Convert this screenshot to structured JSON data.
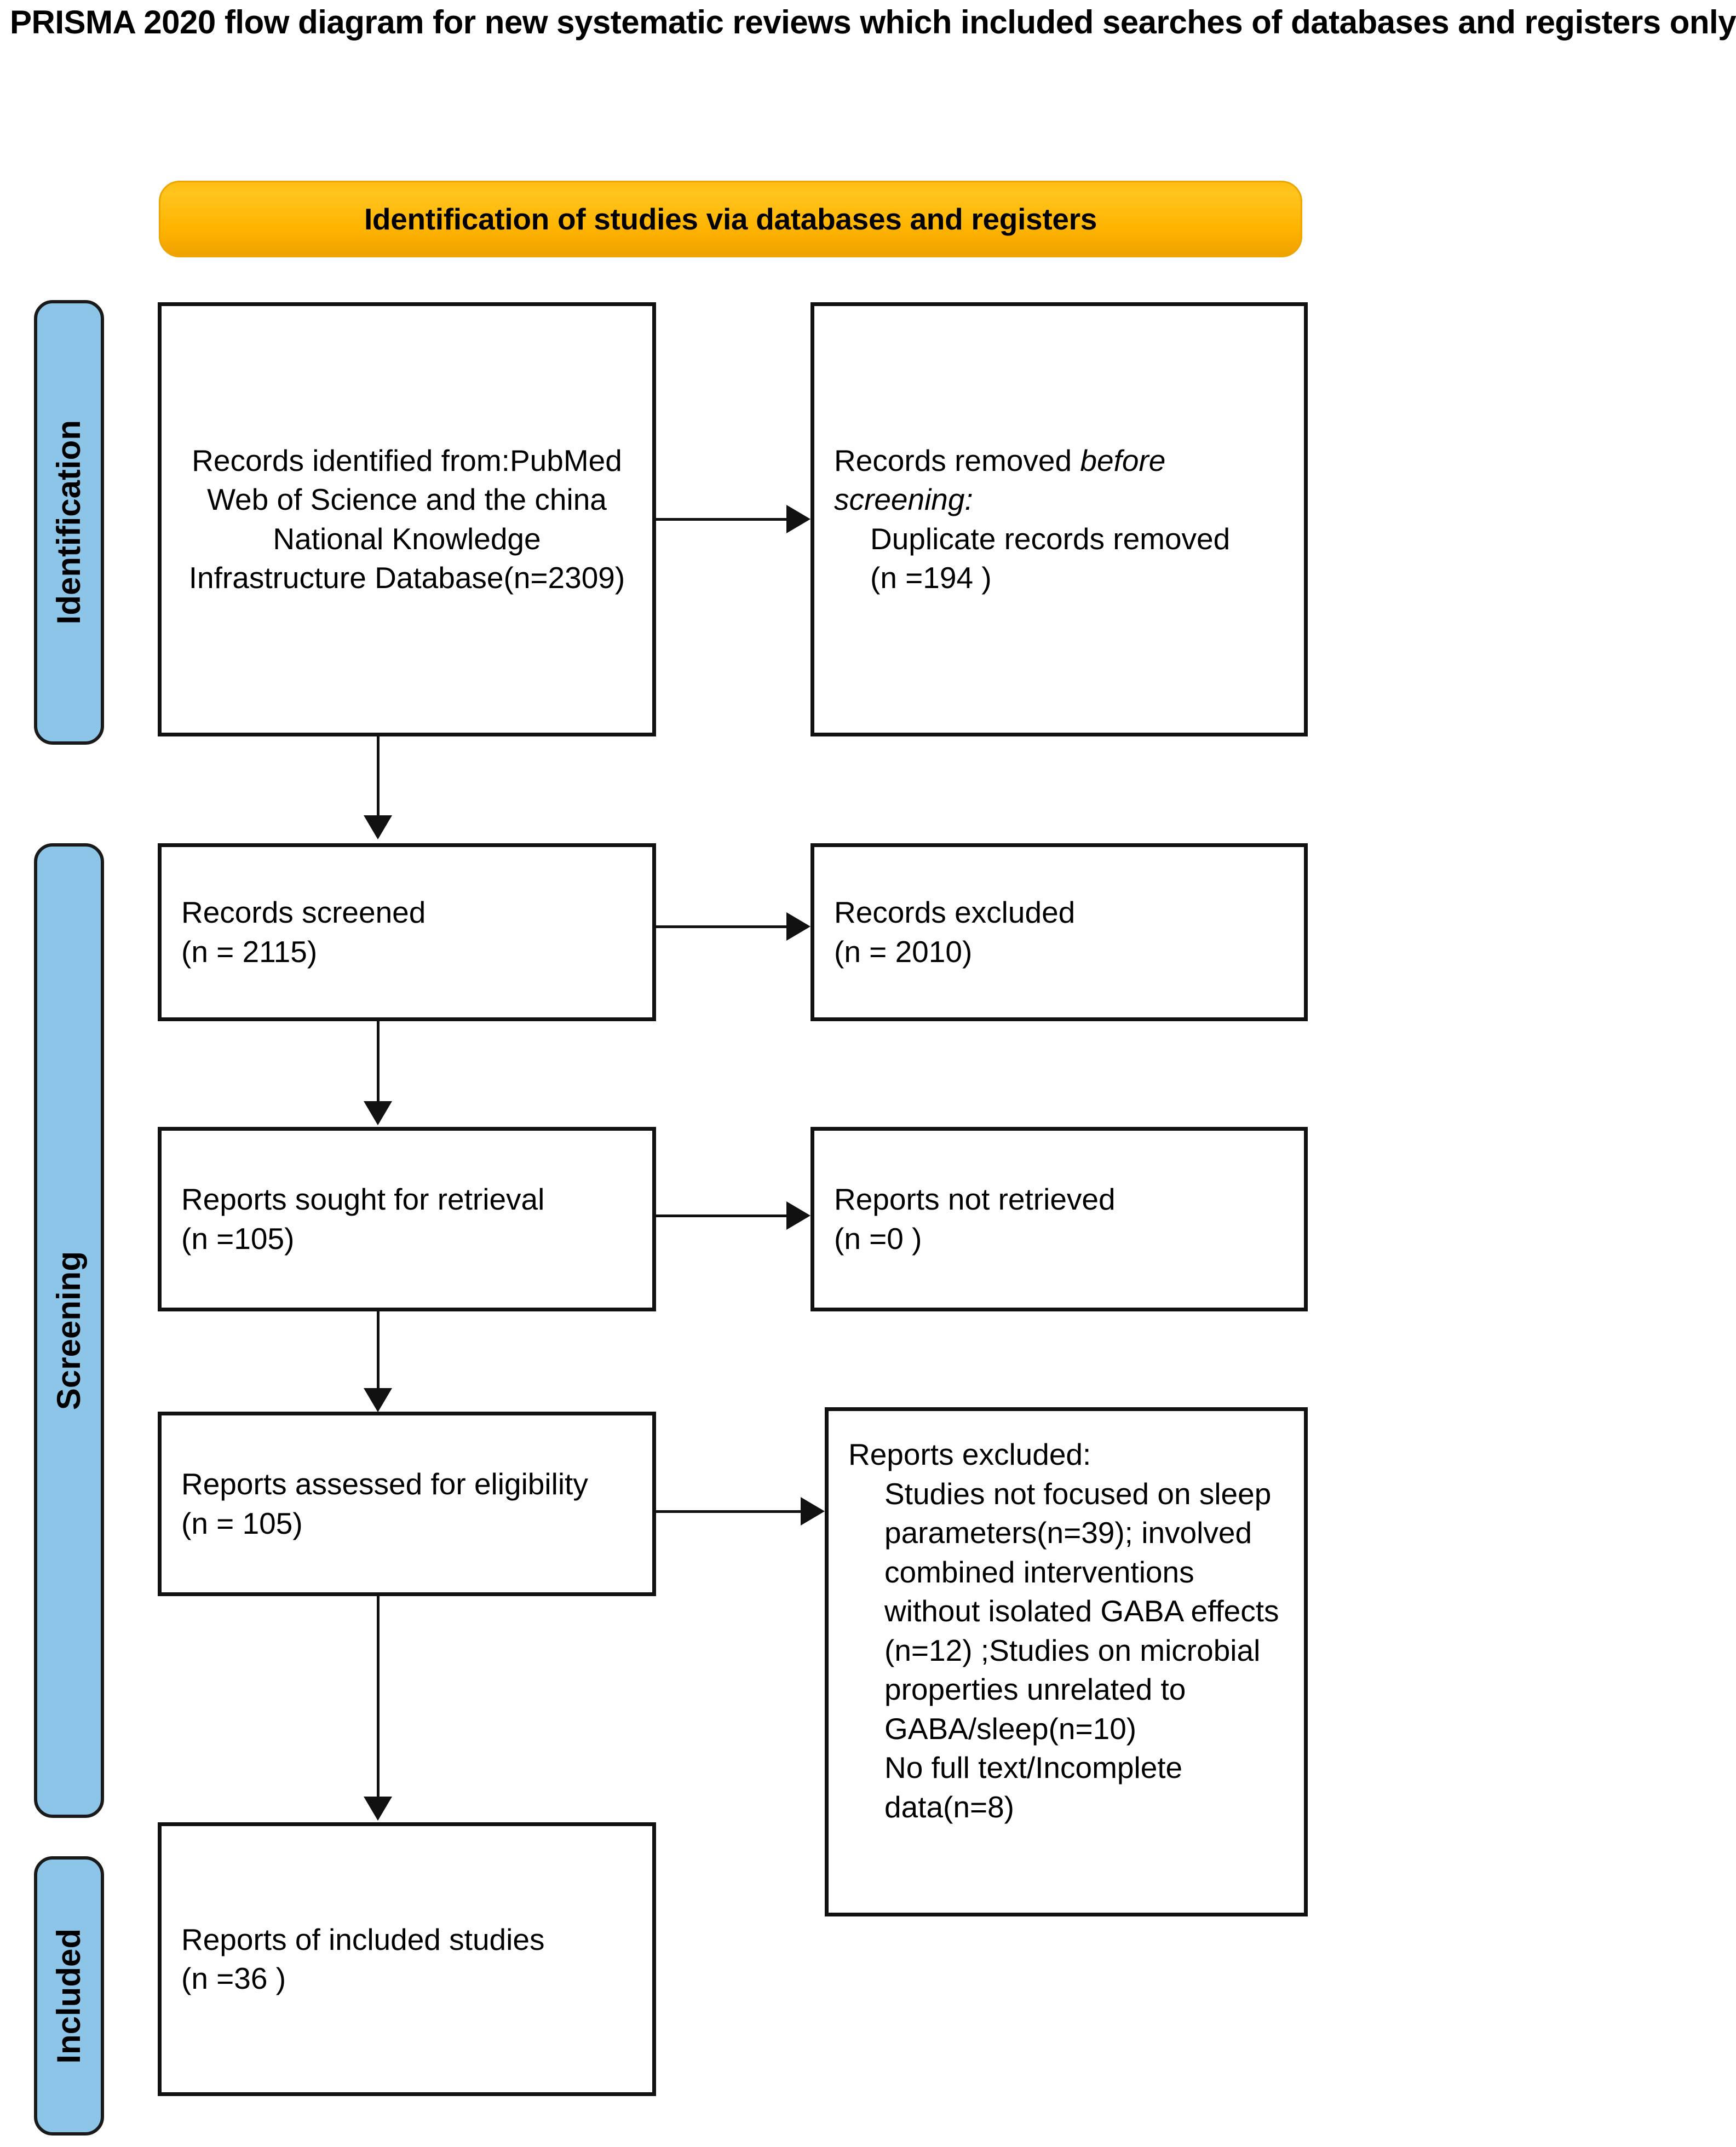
{
  "title": "PRISMA 2020 flow diagram for new systematic reviews which included searches of databases and registers only",
  "colors": {
    "stage_bar_fill": "#8CC5E8",
    "banner_fill": "#FFB400",
    "box_border": "#111111",
    "text": "#000000",
    "background": "#FFFFFF"
  },
  "banner": {
    "label": "Identification of studies via databases and registers"
  },
  "stages": [
    {
      "id": "identification",
      "label": "Identification"
    },
    {
      "id": "screening",
      "label": "Screening"
    },
    {
      "id": "included",
      "label": "Included"
    }
  ],
  "boxes": {
    "records_identified": {
      "lines": [
        "Records identified from:PubMed",
        "Web of Science and the china",
        "National Knowledge",
        "Infrastructure Database(n=2309)"
      ],
      "count_label": "n=2309",
      "align": "center"
    },
    "records_removed": {
      "heading_plain": "Records removed ",
      "heading_italic": "before screening",
      "heading_colon": ":",
      "lines": [
        "Duplicate records removed",
        "(n =194 )"
      ],
      "count_label": "n =194",
      "align": "left"
    },
    "records_screened": {
      "lines": [
        "Records screened",
        "(n = 2115)"
      ],
      "count_label": "n = 2115",
      "align": "left"
    },
    "records_excluded": {
      "lines": [
        "Records excluded",
        "(n = 2010)"
      ],
      "count_label": "n = 2010",
      "align": "left"
    },
    "reports_sought": {
      "lines": [
        "Reports sought for retrieval",
        "(n =105)"
      ],
      "count_label": "n =105",
      "align": "left"
    },
    "reports_not_retrieved": {
      "lines": [
        "Reports not retrieved",
        "(n =0 )"
      ],
      "count_label": "n =0",
      "align": "left"
    },
    "reports_assessed": {
      "lines": [
        "Reports assessed for eligibility",
        "(n = 105)"
      ],
      "count_label": "n = 105",
      "align": "left"
    },
    "reports_excluded": {
      "heading": "Reports excluded:",
      "indented_lines": [
        "Studies not focused on sleep",
        "parameters(n=39); involved",
        "combined interventions",
        "without isolated GABA effects",
        "(n=12) ;Studies on microbial",
        "properties unrelated to",
        "GABA/sleep(n=10)",
        "No full text/Incomplete",
        "data(n=8)"
      ],
      "counts": {
        "not_focused_on_sleep_parameters": "n=39",
        "combined_interventions_without_isolated_gaba": "n=12",
        "microbial_properties_unrelated": "n=10",
        "no_full_text_incomplete_data": "n=8"
      },
      "align": "left"
    },
    "reports_included": {
      "lines": [
        "Reports of included studies",
        "(n =36 )"
      ],
      "count_label": "n =36",
      "align": "left"
    }
  }
}
